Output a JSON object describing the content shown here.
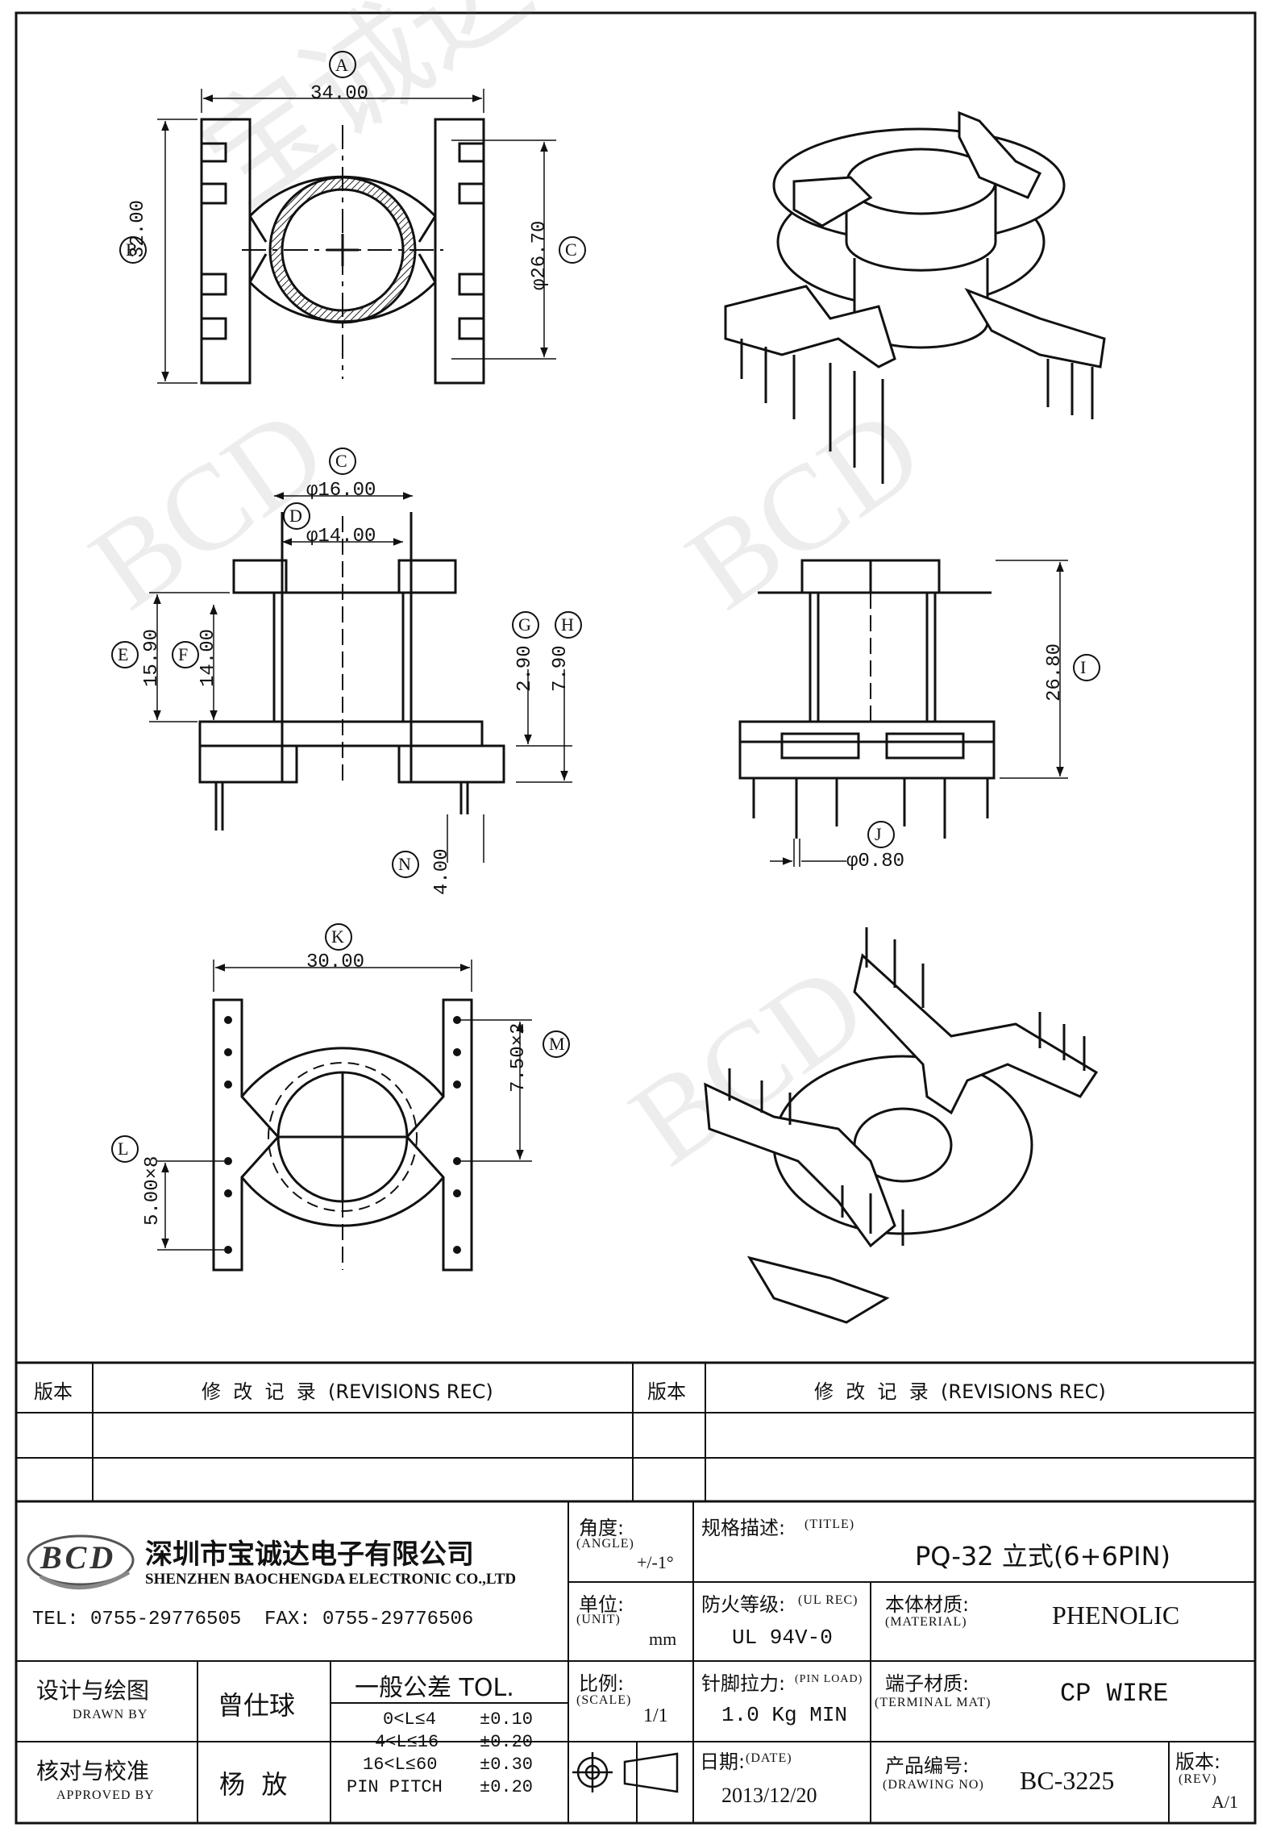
{
  "dimensions": {
    "A": {
      "letter": "A",
      "value": "34.00"
    },
    "B": {
      "letter": "B",
      "value": "32.00"
    },
    "C_top": {
      "letter": "C",
      "value": "φ26.70"
    },
    "C_mid": {
      "letter": "C",
      "value": "φ16.00"
    },
    "D": {
      "letter": "D",
      "value": "φ14.00"
    },
    "E": {
      "letter": "E",
      "value": "15.90"
    },
    "F": {
      "letter": "F",
      "value": "14.00"
    },
    "G": {
      "letter": "G",
      "value": "2.90"
    },
    "H": {
      "letter": "H",
      "value": "7.90"
    },
    "I": {
      "letter": "I",
      "value": "26.80"
    },
    "J": {
      "letter": "J",
      "value": "φ0.80"
    },
    "K": {
      "letter": "K",
      "value": "30.00"
    },
    "L": {
      "letter": "L",
      "value": "5.00×8"
    },
    "M": {
      "letter": "M",
      "value": "7.50×2"
    },
    "N": {
      "letter": "N",
      "value": "4.00"
    }
  },
  "watermark": "BCD 深圳宝诚达电子",
  "revision_table": {
    "ver_label_left": "版本",
    "rec_label_left": "修  改  记  录  (REVISIONS REC)",
    "ver_label_right": "版本",
    "rec_label_right": "修  改  记  录  (REVISIONS REC)"
  },
  "company": {
    "logo": "BCD",
    "name_cn": "深圳市宝诚达电子有限公司",
    "name_en": "SHENZHEN BAOCHENGDA ELECTRONIC CO.,LTD",
    "contact": "TEL: 0755-29776505  FAX: 0755-29776506"
  },
  "title_block": {
    "angle_label": "角度:",
    "angle_sub": "(ANGLE)",
    "angle_value": "+/-1°",
    "title_label": "规格描述:",
    "title_sub": "(TITLE)",
    "title_value": "PQ-32 立式(6+6PIN)",
    "unit_label": "单位:",
    "unit_sub": "(UNIT)",
    "unit_value": "mm",
    "ul_label": "防火等级:",
    "ul_sub": "(UL REC)",
    "ul_value": "UL 94V-0",
    "material_label": "本体材质:",
    "material_sub": "(MATERIAL)",
    "material_value": "PHENOLIC",
    "drawn_label": "设计与绘图",
    "drawn_sub": "DRAWN BY",
    "drawn_value": "曾仕球",
    "tol_label": "一般公差 TOL.",
    "tol_rows": [
      {
        "range": "0<L≤4",
        "value": "±0.10"
      },
      {
        "range": "4<L≤16",
        "value": "±0.20"
      },
      {
        "range": "16<L≤60",
        "value": "±0.30"
      },
      {
        "range": "PIN PITCH",
        "value": "±0.20"
      }
    ],
    "scale_label": "比例:",
    "scale_sub": "(SCALE)",
    "scale_value": "1/1",
    "pinload_label": "针脚拉力:",
    "pinload_sub": "(PIN LOAD)",
    "pinload_value": "1.0 Kg MIN",
    "terminal_label": "端子材质:",
    "terminal_sub": "(TERMINAL MAT)",
    "terminal_value": "CP WIRE",
    "approved_label": "核对与校准",
    "approved_sub": "APPROVED BY",
    "approved_value": "杨  放",
    "date_label": "日期:",
    "date_sub": "(DATE)",
    "date_value": "2013/12/20",
    "drawing_label": "产品编号:",
    "drawing_sub": "(DRAWING NO)",
    "drawing_value": "BC-3225",
    "rev_label": "版本:",
    "rev_sub": "(REV)",
    "rev_value": "A/1"
  }
}
